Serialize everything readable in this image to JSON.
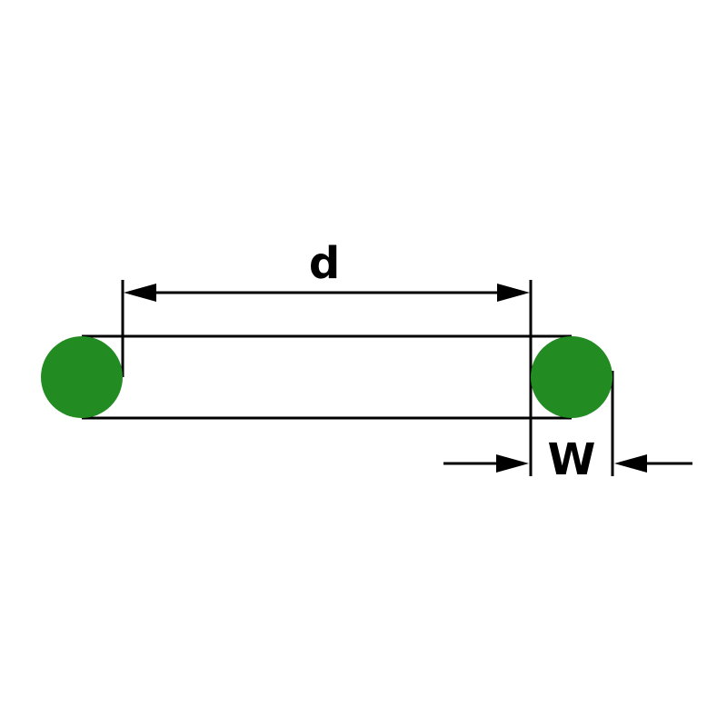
{
  "diagram": {
    "type": "o-ring-cross-section-dimension-drawing",
    "labels": {
      "inner_diameter": "d",
      "cross_section_width": "W"
    },
    "colors": {
      "ring_fill": "#228B22",
      "line": "#000000",
      "background": "#ffffff"
    }
  }
}
